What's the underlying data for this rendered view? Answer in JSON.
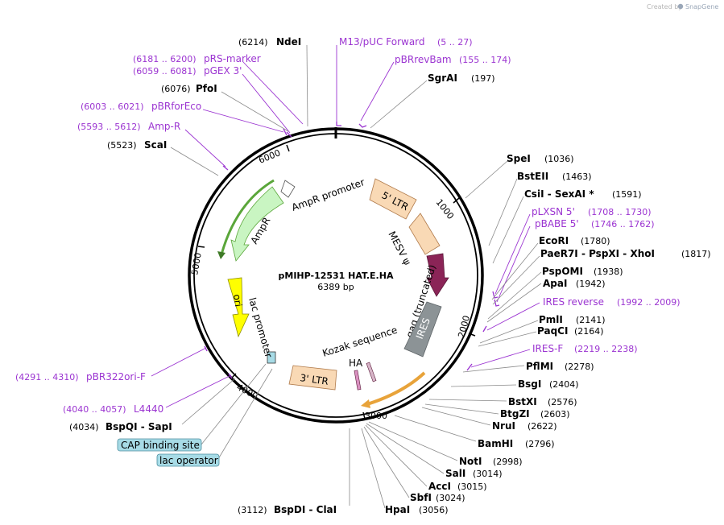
{
  "brand": {
    "prefix": "Created by",
    "name": "SnapGene"
  },
  "plasmid": {
    "name": "pMIHP-12531 HAT.E.HA",
    "length": "6389 bp"
  },
  "ruler": [
    "1000",
    "2000",
    "3000",
    "4000",
    "5000",
    "6000"
  ],
  "sites_top": [
    {
      "name": "NdeI",
      "pos": "(6214)"
    },
    {
      "name": "SgrAI",
      "pos": "(197)"
    },
    {
      "name": "PfoI",
      "pos": "(6076)"
    },
    {
      "name": "ScaI",
      "pos": "(5523)"
    }
  ],
  "primers_top": [
    {
      "name": "M13/pUC Forward",
      "range": "(5 .. 27)"
    },
    {
      "name": "pBRrevBam",
      "range": "(155 .. 174)"
    },
    {
      "name": "pRS-marker",
      "range": "(6181 .. 6200)"
    },
    {
      "name": "pGEX 3'",
      "range": "(6059 .. 6081)"
    },
    {
      "name": "pBRforEco",
      "range": "(6003 .. 6021)"
    },
    {
      "name": "Amp-R",
      "range": "(5593 .. 5612)"
    }
  ],
  "sites_right": [
    {
      "name": "SpeI",
      "pos": "(1036)"
    },
    {
      "name": "BstEII",
      "pos": "(1463)"
    },
    {
      "name": "CsiI  -  SexAI *",
      "pos": "(1591)"
    },
    {
      "name": "EcoRI",
      "pos": "(1780)"
    },
    {
      "name": "PaeR7I  -  PspXI  -  XhoI",
      "pos": "(1817)"
    },
    {
      "name": "PspOMI",
      "pos": "(1938)"
    },
    {
      "name": "ApaI",
      "pos": "(1942)"
    },
    {
      "name": "PmlI",
      "pos": "(2141)"
    },
    {
      "name": "PaqCI",
      "pos": "(2164)"
    },
    {
      "name": "PflMI",
      "pos": "(2278)"
    },
    {
      "name": "BsgI",
      "pos": "(2404)"
    },
    {
      "name": "BstXI",
      "pos": "(2576)"
    },
    {
      "name": "BtgZI",
      "pos": "(2603)"
    },
    {
      "name": "NruI",
      "pos": "(2622)"
    },
    {
      "name": "BamHI",
      "pos": "(2796)"
    },
    {
      "name": "NotI",
      "pos": "(2998)"
    },
    {
      "name": "SalI",
      "pos": "(3014)"
    },
    {
      "name": "AccI",
      "pos": "(3015)"
    },
    {
      "name": "SbfI",
      "pos": "(3024)"
    },
    {
      "name": "HpaI",
      "pos": "(3056)"
    }
  ],
  "primers_right": [
    {
      "name": "pLXSN 5'",
      "range": "(1708 .. 1730)"
    },
    {
      "name": "pBABE 5'",
      "range": "(1746 .. 1762)"
    },
    {
      "name": "IRES reverse",
      "range": "(1992 .. 2009)"
    },
    {
      "name": "IRES-F",
      "range": "(2219 .. 2238)"
    }
  ],
  "sites_bottom": [
    {
      "name": "BspDI  -  ClaI",
      "pos": "(3112)"
    },
    {
      "name": "BspQI  -  SapI",
      "pos": "(4034)"
    }
  ],
  "primers_left": [
    {
      "name": "pBR322ori-F",
      "range": "(4291 .. 4310)"
    },
    {
      "name": "L4440",
      "range": "(4040 .. 4057)"
    }
  ],
  "boxed_features": [
    "CAP binding site",
    "lac operator"
  ],
  "features": {
    "ltr5": "5' LTR",
    "mesv": "MESV ψ",
    "gag": "gag (truncated)",
    "ires": "IRES",
    "kozak": "Kozak sequence",
    "ha": "HA",
    "ltr3": "3' LTR",
    "lac_promoter": "lac promoter",
    "ori": "ori",
    "ampr": "AmpR",
    "ampr_promoter": "AmpR promoter"
  },
  "colors": {
    "primer": "#9b34d1",
    "ltr": "#f9d9b5",
    "mesv": "#8b2457",
    "ires": "#8c9396",
    "ori": "#ffff00",
    "ampr": "#c9f5c2",
    "cds_track": "#e8a33a",
    "ampr_track": "#5aa63a",
    "box": "#a7dbe6"
  }
}
